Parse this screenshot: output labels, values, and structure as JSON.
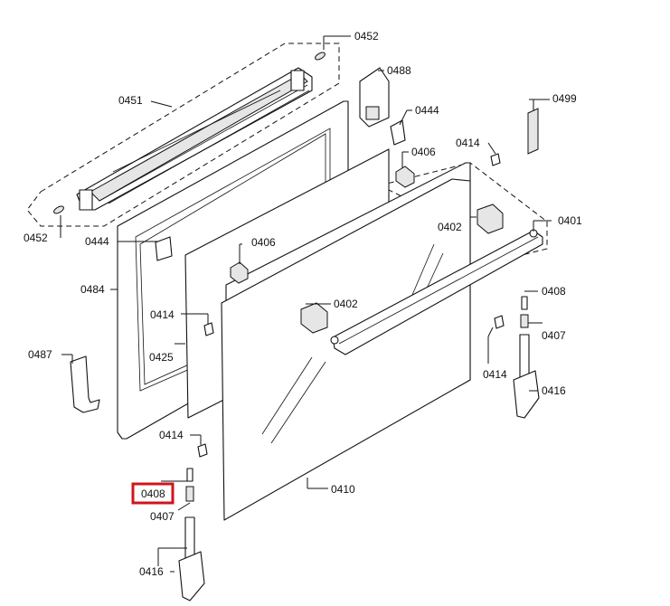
{
  "diagram": {
    "highlight_color": "#d0141c",
    "labels": {
      "p0452_top": "0452",
      "p0452_left": "0452",
      "p0451": "0451",
      "p0488": "0488",
      "p0444_top": "0444",
      "p0444_left": "0444",
      "p0499": "0499",
      "p0406_top": "0406",
      "p0406_mid": "0406",
      "p0414_topright": "0414",
      "p0414_mid": "0414",
      "p0414_right": "0414",
      "p0414_bottom": "0414",
      "p0402_top": "0402",
      "p0402_mid": "0402",
      "p0401": "0401",
      "p0484": "0484",
      "p0425": "0425",
      "p0487": "0487",
      "p0408_right": "0408",
      "p0408_left": "0408",
      "p0407_right": "0407",
      "p0407_left": "0407",
      "p0416_right": "0416",
      "p0416_left": "0416",
      "p0410": "0410"
    }
  }
}
